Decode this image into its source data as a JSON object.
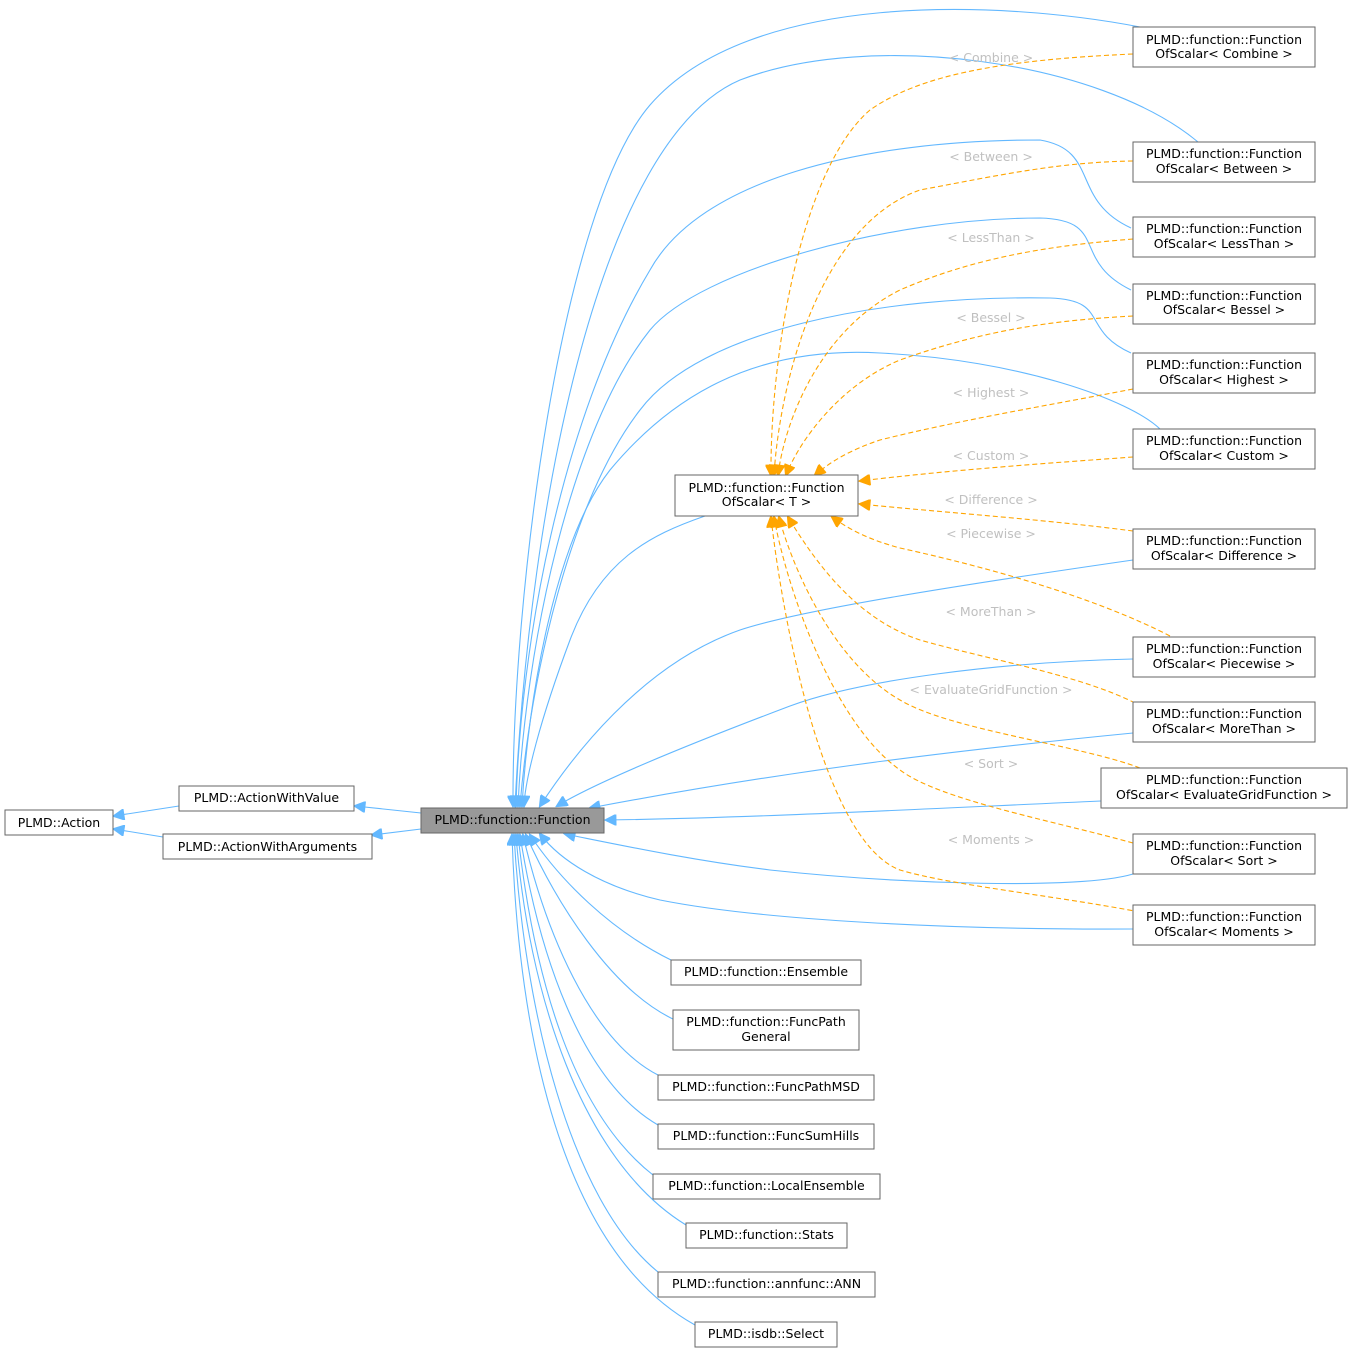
{
  "nodes": {
    "action": [
      "PLMD::Action"
    ],
    "awv": [
      "PLMD::ActionWithValue"
    ],
    "awa": [
      "PLMD::ActionWithArguments"
    ],
    "func": [
      "PLMD::function::Function"
    ],
    "fos_t": [
      "PLMD::function::Function",
      "OfScalar< T >"
    ],
    "fos_combine": [
      "PLMD::function::Function",
      "OfScalar< Combine >"
    ],
    "fos_between": [
      "PLMD::function::Function",
      "OfScalar< Between >"
    ],
    "fos_lessthan": [
      "PLMD::function::Function",
      "OfScalar< LessThan >"
    ],
    "fos_bessel": [
      "PLMD::function::Function",
      "OfScalar< Bessel >"
    ],
    "fos_highest": [
      "PLMD::function::Function",
      "OfScalar< Highest >"
    ],
    "fos_custom": [
      "PLMD::function::Function",
      "OfScalar< Custom >"
    ],
    "fos_difference": [
      "PLMD::function::Function",
      "OfScalar< Difference >"
    ],
    "fos_piecewise": [
      "PLMD::function::Function",
      "OfScalar< Piecewise >"
    ],
    "fos_morethan": [
      "PLMD::function::Function",
      "OfScalar< MoreThan >"
    ],
    "fos_evalgrid": [
      "PLMD::function::Function",
      "OfScalar< EvaluateGridFunction >"
    ],
    "fos_sort": [
      "PLMD::function::Function",
      "OfScalar< Sort >"
    ],
    "fos_moments": [
      "PLMD::function::Function",
      "OfScalar< Moments >"
    ],
    "ensemble": [
      "PLMD::function::Ensemble"
    ],
    "funcpathgeneral": [
      "PLMD::function::FuncPath",
      "General"
    ],
    "funcpathmsd": [
      "PLMD::function::FuncPathMSD"
    ],
    "funcsumhills": [
      "PLMD::function::FuncSumHills"
    ],
    "localensemble": [
      "PLMD::function::LocalEnsemble"
    ],
    "stats": [
      "PLMD::function::Stats"
    ],
    "ann": [
      "PLMD::function::annfunc::ANN"
    ],
    "select": [
      "PLMD::isdb::Select"
    ]
  },
  "template_labels": {
    "combine": "< Combine >",
    "between": "< Between >",
    "lessthan": "< LessThan >",
    "bessel": "< Bessel >",
    "highest": "< Highest >",
    "custom": "< Custom >",
    "difference": "< Difference >",
    "piecewise": "< Piecewise >",
    "morethan": "< MoreThan >",
    "evalgrid": "< EvaluateGridFunction >",
    "sort": "< Sort >",
    "moments": "< Moments >"
  },
  "colors": {
    "inheritance_edge": "#63b8ff",
    "template_edge": "#ffa500",
    "template_label": "#c0c0c0",
    "highlight_node_fill": "#999999",
    "node_border": "#666666"
  }
}
